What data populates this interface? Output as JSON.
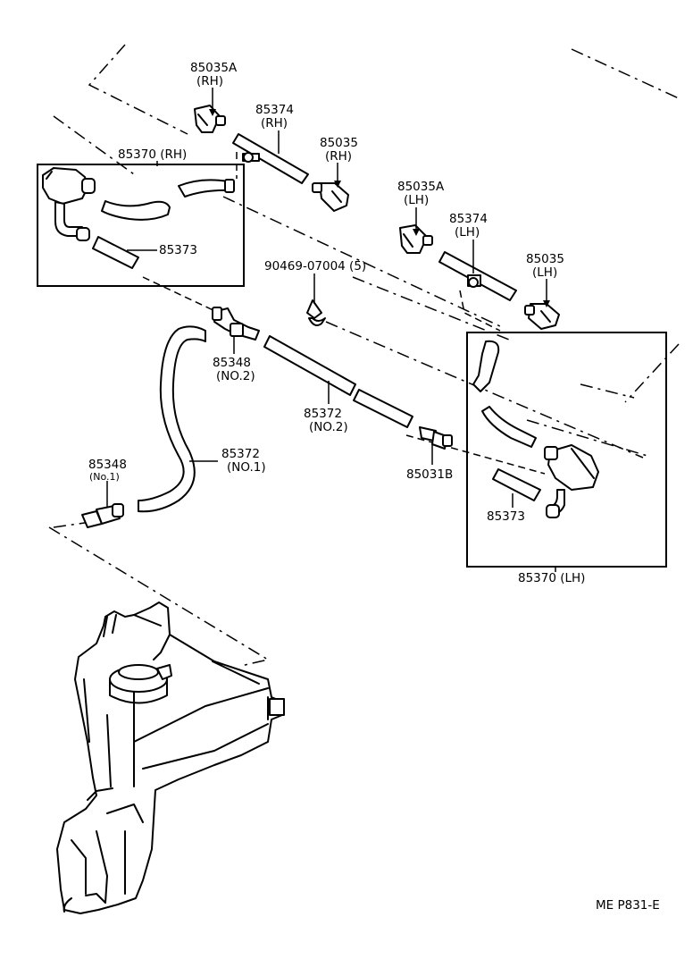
{
  "labels": {
    "nozzle_a_rh": "85035A",
    "nozzle_a_rh_side": "(RH)",
    "hose_85374_rh": "85374",
    "hose_85374_rh_side": "(RH)",
    "nozzle_rh": "85035",
    "nozzle_rh_side": "(RH)",
    "assy_rh": "85370 (RH)",
    "hose_85373_rh": "85373",
    "nozzle_a_lh": "85035A",
    "nozzle_a_lh_side": "(LH)",
    "hose_85374_lh": "85374",
    "hose_85374_lh_side": "(LH)",
    "nozzle_lh": "85035",
    "nozzle_lh_side": "(LH)",
    "clip": "90469-07004 (5)",
    "joint_85348_no2": "85348",
    "joint_85348_no2_sub": "(NO.2)",
    "hose_85372_no2": "85372",
    "hose_85372_no2_sub": "(NO.2)",
    "valve_85031b": "85031B",
    "hose_85372_no1": "85372",
    "hose_85372_no1_sub": "(NO.1)",
    "joint_85348_no1": "85348",
    "joint_85348_no1_sub": "(No.1)",
    "hose_85373_lh": "85373",
    "assy_lh": "85370 (LH)",
    "figure_code": "ME  P831-E"
  }
}
